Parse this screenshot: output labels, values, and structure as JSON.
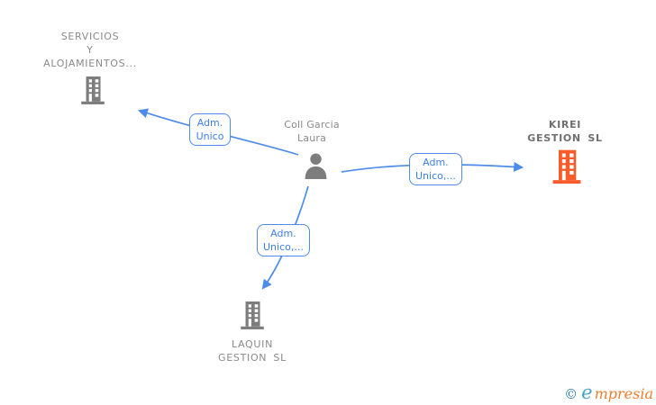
{
  "nodes": {
    "servicios": {
      "line1": "SERVICIOS",
      "line2": "Y",
      "line3": "ALOJAMIENTOS..."
    },
    "person": {
      "line1": "Coll Garcia",
      "line2": "Laura"
    },
    "kirei": {
      "line1": "KIREI",
      "line2": "GESTION SL"
    },
    "laquin": {
      "line1": "LAQUIN",
      "line2": "GESTION SL"
    }
  },
  "edge_labels": {
    "to_servicios": {
      "line1": "Adm.",
      "line2": "Unico"
    },
    "to_kirei": {
      "line1": "Adm.",
      "line2": "Unico,..."
    },
    "to_laquin": {
      "line1": "Adm.",
      "line2": "Unico,..."
    }
  },
  "footer": {
    "copyright": "©",
    "brand_first_letter": "e",
    "brand_rest": "mpresia"
  },
  "colors": {
    "edge_blue": "#4e8ceb",
    "edge_label_text": "#3d7fe8",
    "node_gray": "#7d7d7d",
    "node_text_gray": "#8a8a8a",
    "kirei_orange": "#fa5b2a",
    "kirei_text_gray": "#6f6f6f",
    "logo_teal": "#2e7f9e",
    "logo_light_blue": "#45a5c9",
    "logo_orange": "#ee7d2e"
  }
}
